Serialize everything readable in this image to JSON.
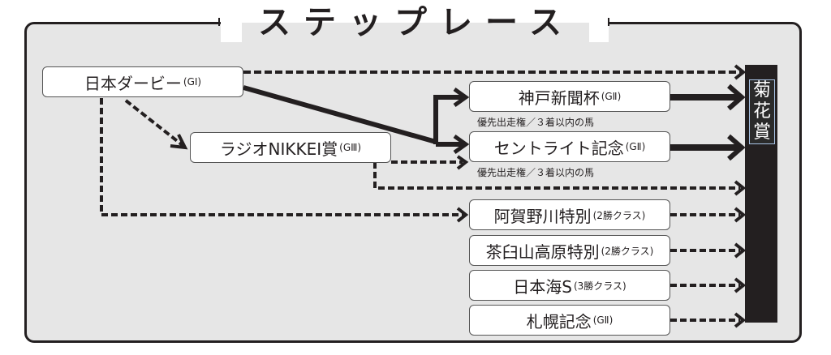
{
  "title": "ステップレース",
  "target": "菊花賞",
  "races": [
    {
      "name": "日本ダービー",
      "grade": "(GⅠ)"
    },
    {
      "name": "ラジオNIKKEI賞",
      "grade": "(GⅢ)"
    },
    {
      "name": "神戸新聞杯",
      "grade": "(GⅡ)"
    },
    {
      "name": "セントライト記念",
      "grade": "(GⅡ)"
    },
    {
      "name": "阿賀野川特別",
      "grade": "(2勝クラス)"
    },
    {
      "name": "茶臼山高原特別",
      "grade": "(2勝クラス)"
    },
    {
      "name": "日本海S",
      "grade": "(3勝クラス)"
    },
    {
      "name": "札幌記念",
      "grade": "(GⅡ)"
    }
  ],
  "notes": [
    "優先出走権／３着以内の馬",
    "優先出走権／３着以内の馬"
  ]
}
